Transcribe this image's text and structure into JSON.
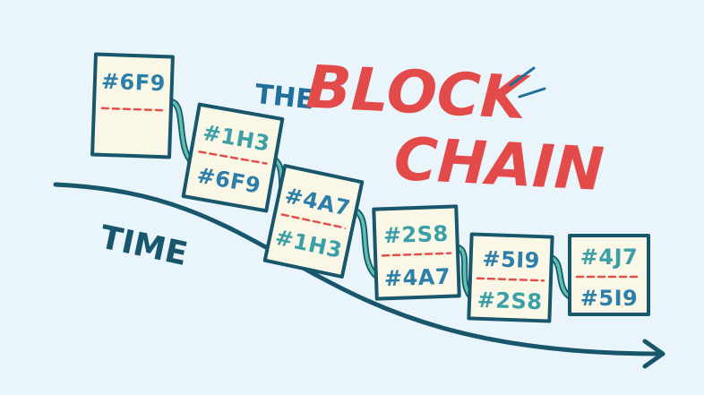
{
  "title": {
    "small": "THE",
    "line1": "BLOCK",
    "line2": "CHAIN"
  },
  "time_label": "TIME",
  "blocks": [
    {
      "hash": "#6F9",
      "prev_hash": ""
    },
    {
      "hash": "#1H3",
      "prev_hash": "#6F9"
    },
    {
      "hash": "#4A7",
      "prev_hash": "#1H3"
    },
    {
      "hash": "#2S8",
      "prev_hash": "#4A7"
    },
    {
      "hash": "#5I9",
      "prev_hash": "#2S8"
    },
    {
      "hash": "#4J7",
      "prev_hash": "#5I9"
    }
  ],
  "colors": {
    "background": "#eaf4fb",
    "block_fill": "#fbf7e6",
    "outline": "#17566b",
    "title_red": "#e34b4b",
    "title_blue": "#1f6f9a",
    "hash_teal": "#3a9fa6",
    "hash_blue": "#2b7fa8",
    "separator_red": "#e2504c"
  }
}
